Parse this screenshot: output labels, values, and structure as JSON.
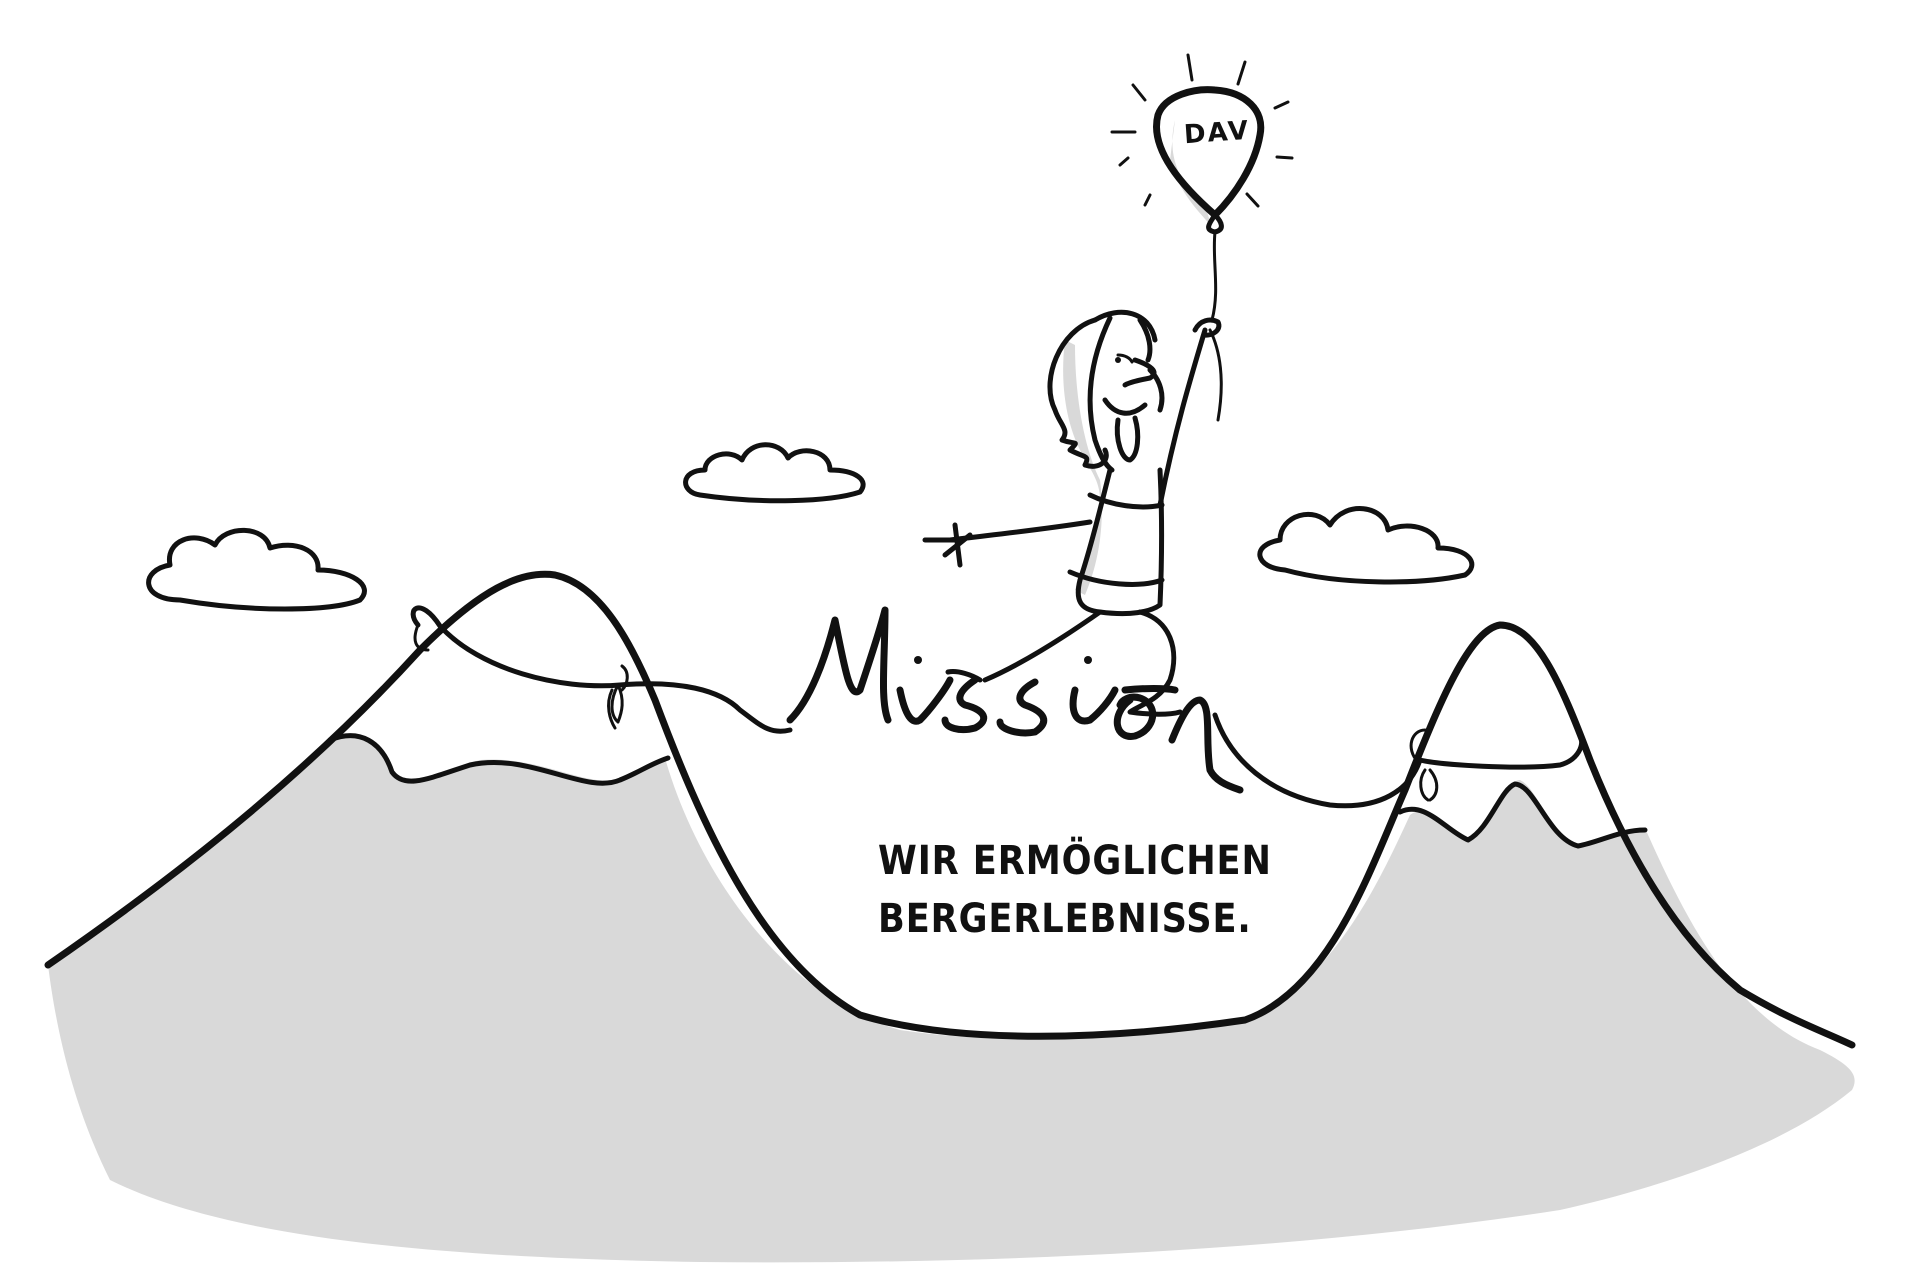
{
  "illustration": {
    "balloon_label": "DAV",
    "title": "Mission",
    "subtitle_lines": [
      "WIR ERMÖGLICHEN",
      "BERGERLEBNISSE."
    ]
  },
  "colors": {
    "ink": "#111111",
    "shade": "#d9d9d9",
    "background": "#ffffff"
  }
}
